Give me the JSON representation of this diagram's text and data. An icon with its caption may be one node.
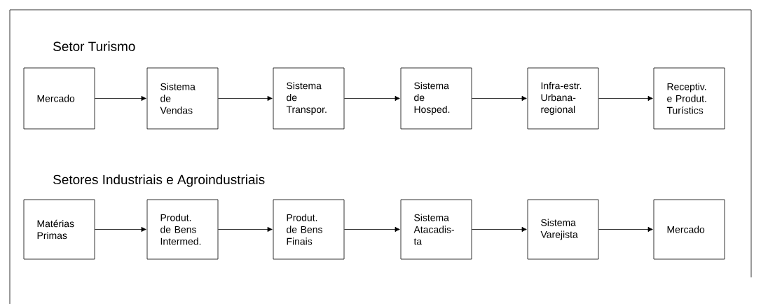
{
  "diagram": {
    "nodes": [
      {
        "text": [
          "Mercado"
        ]
      },
      {
        "text": [
          "Sistema de Vendas"
        ]
      },
      {
        "text": [
          "Sistema de Transpor."
        ]
      },
      {
        "text": [
          "Sistema de Hosped."
        ]
      },
      {
        "text": [
          "Infra-estr. Urbana- regional"
        ]
      },
      {
        "text": [
          "Receptiv. e Produt. Turístics"
        ]
      },
      {
        "text": [
          "Matérias Primas"
        ]
      },
      {
        "text": [
          "Produt. de Bens Intermed."
        ]
      },
      {
        "text": [
          "Produt. de Bens Finais"
        ]
      },
      {
        "text": [
          "Sistema Atacadis- ta"
        ]
      },
      {
        "text": [
          "Sistema Varejista"
        ]
      },
      {
        "text": [
          "Mercado"
        ]
      }
    ],
    "edges": [
      {
        "from": 0,
        "to": 1,
        "arrow": "to"
      },
      {
        "from": 1,
        "to": 2,
        "arrow": "to"
      },
      {
        "from": 2,
        "to": 3,
        "arrow": "to"
      },
      {
        "from": 3,
        "to": 4,
        "arrow": "to"
      },
      {
        "from": 4,
        "to": 5,
        "arrow": "to"
      },
      {
        "from": 6,
        "to": 7,
        "arrow": "to"
      },
      {
        "from": 7,
        "to": 8,
        "arrow": "to"
      },
      {
        "from": 8,
        "to": 9,
        "arrow": "to"
      },
      {
        "from": 9,
        "to": 10,
        "arrow": "to"
      },
      {
        "from": 10,
        "to": 11,
        "arrow": "to"
      }
    ],
    "labels": [
      "Setor Turismo",
      "Setores Industriais e Agroindustriais"
    ]
  }
}
